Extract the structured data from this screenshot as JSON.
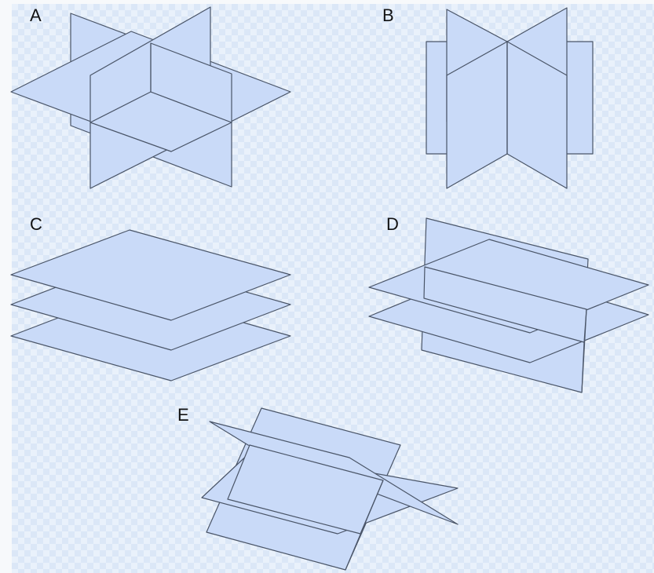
{
  "figures": [
    {
      "id": "A",
      "label": "A"
    },
    {
      "id": "B",
      "label": "B"
    },
    {
      "id": "C",
      "label": "C"
    },
    {
      "id": "D",
      "label": "D"
    },
    {
      "id": "E",
      "label": "E"
    }
  ],
  "colors": {
    "plane_fill": "#c9daf8",
    "plane_stroke": "#4a5568",
    "background": "#e9f1fb"
  }
}
